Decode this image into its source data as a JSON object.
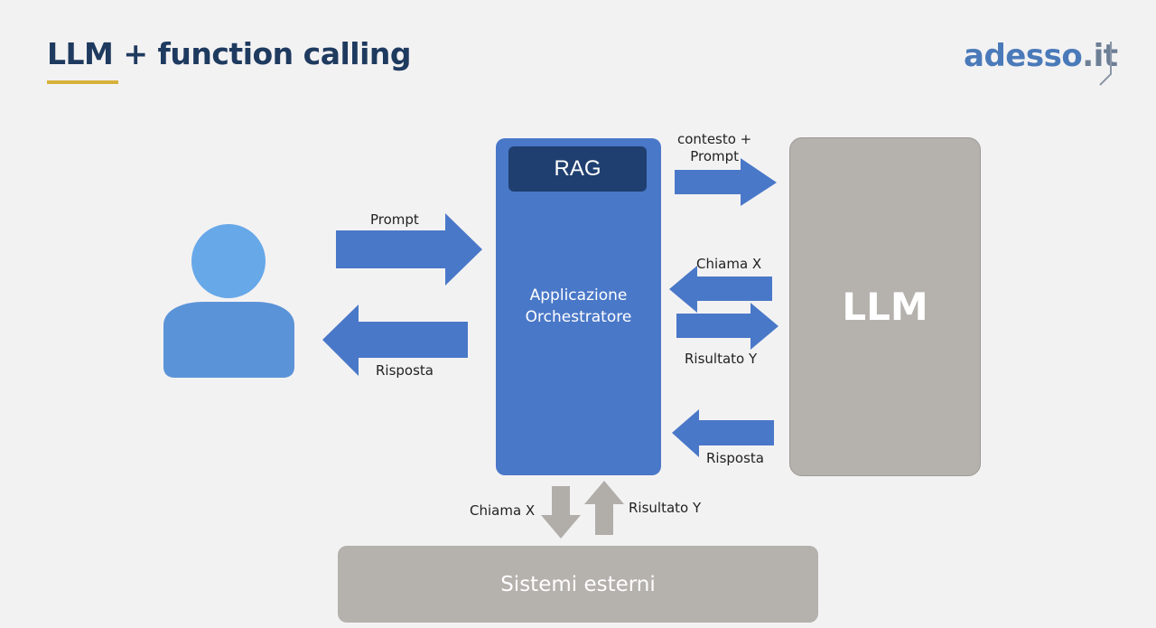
{
  "slide": {
    "title": "LLM + function calling"
  },
  "logo": {
    "main": "adesso",
    "tld": ".it"
  },
  "diagram": {
    "orchestrator": {
      "rag_label": "RAG",
      "label": "Applicazione\nOrchestratore"
    },
    "llm_label": "LLM",
    "external_label": "Sistemi esterni",
    "arrows": {
      "user_prompt": "Prompt",
      "user_response": "Risposta",
      "context_prompt": "contesto +\nPrompt",
      "call_x": "Chiama X",
      "result_y": "Risultato Y",
      "llm_response": "Risposta",
      "ext_call_x": "Chiama X",
      "ext_result_y": "Risultato Y"
    }
  },
  "colors": {
    "title": "#1e3a5f",
    "accent_underline": "#d6b23a",
    "blue": "#4a78c8",
    "dark_blue": "#1f3f70",
    "grey_box": "#b5b1ad",
    "grey_arrow": "#b1ada9",
    "person": "#5b93d8"
  }
}
